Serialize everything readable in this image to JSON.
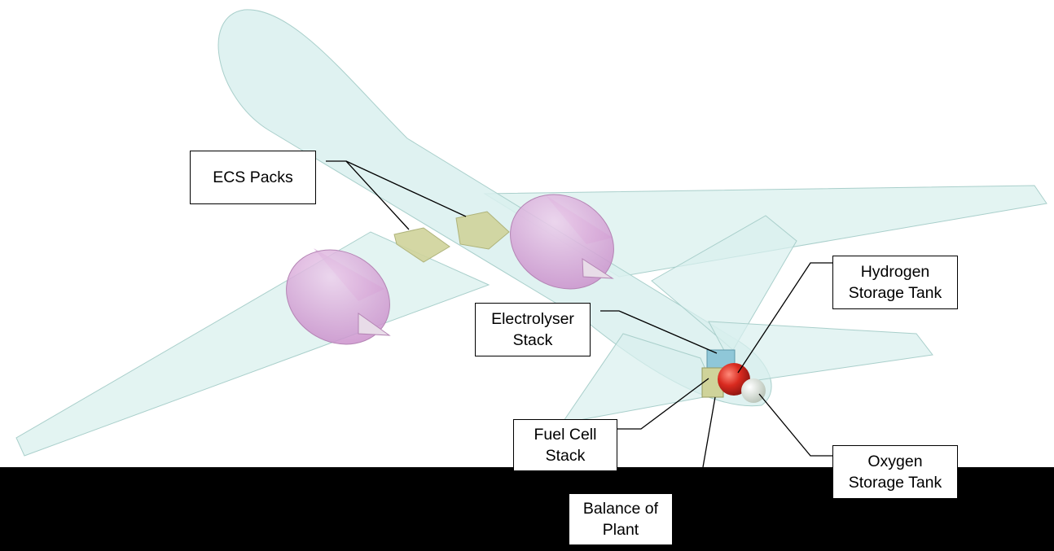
{
  "labels": {
    "ecs_packs": "ECS Packs",
    "hydrogen_tank": "Hydrogen\nStorage Tank",
    "electrolyser": "Electrolyser\nStack",
    "fuel_cell": "Fuel Cell\nStack",
    "oxygen_tank": "Oxygen\nStorage Tank",
    "balance_of_plant": "Balance of\nPlant"
  },
  "colors": {
    "airframe": "#d9f0ee",
    "airframe_edge": "#a9cfcb",
    "nacelle": "#d8a6d8",
    "ecs_pack": "#cfd39a",
    "hydrogen_tank": "#d92a1f",
    "oxygen_tank": "#e8ede6",
    "ground": "#000000"
  }
}
